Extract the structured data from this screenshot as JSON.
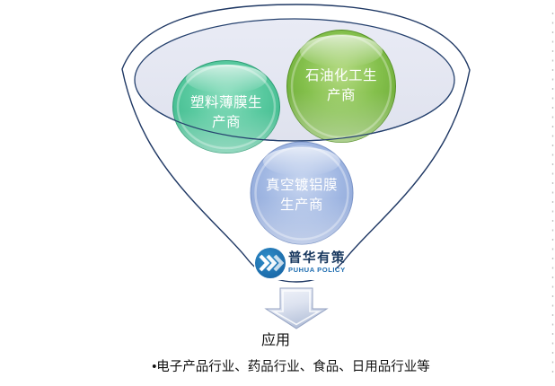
{
  "funnel": {
    "bubbles": [
      {
        "id": "plastic-film-producers",
        "line1": "塑料薄膜生",
        "line2": "产商"
      },
      {
        "id": "petrochemical-producers",
        "line1": "石油化工生",
        "line2": "产商"
      },
      {
        "id": "vacuum-aluminized-film-producers",
        "line1": "真空镀铝膜",
        "line2": "生产商"
      }
    ]
  },
  "logo": {
    "name_cn": "普华有策",
    "name_en": "PUHUA POLICY"
  },
  "application": {
    "label": "应用",
    "industries": "•电子产品行业、药品行业、食品、日用品行业等"
  },
  "colors": {
    "teal_bubble": "#4cc496",
    "green_bubble": "#7cba45",
    "blue_bubble": "#98b0de",
    "funnel_liquid": "#e4e6f2",
    "outline_navy": "#1f3864",
    "logo_blue": "#1a6aad",
    "logo_text_navy": "#17375e",
    "logo_text_blue": "#1e6db0",
    "arrow_fill": "#d5dcec"
  }
}
